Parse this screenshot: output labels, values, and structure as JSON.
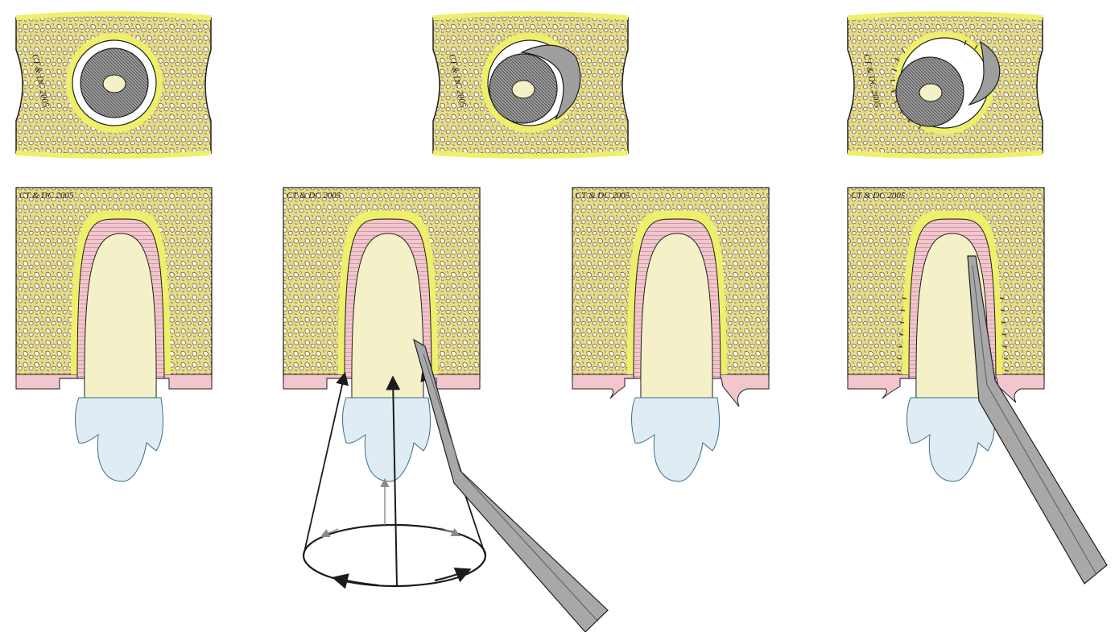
{
  "figure": {
    "copyright_text": "CT & DC 2005",
    "colors": {
      "background": "#ffffff",
      "bone": "#e7dc8c",
      "bone_trabecula": "#6b5f3a",
      "cortical_outline": "#eef06b",
      "ligament": "#f3c5cd",
      "ligament_fiber": "#b98a92",
      "root": "#f4f1c8",
      "crown": "#dfecf4",
      "instrument": "#a8a8a8",
      "instrument_dark": "#5a5a5a",
      "arrow": "#1b1b1b"
    },
    "cross_sections": [
      {
        "stage": "intact",
        "icons": [
          "root-cross-section",
          "periodontal-ligament-ring"
        ]
      },
      {
        "stage": "instrument-inserted",
        "icons": [
          "root-cross-section",
          "luxator-blade-section"
        ]
      },
      {
        "stage": "ligament-severed",
        "icons": [
          "root-cross-section",
          "luxator-blade-section",
          "severed-fiber-marks"
        ]
      }
    ],
    "longitudinal_sections": [
      {
        "stage": "intact",
        "icons": [
          "tooth"
        ]
      },
      {
        "stage": "rotation-luxation",
        "icons": [
          "tooth",
          "rotation-arrows",
          "luxator-instrument"
        ]
      },
      {
        "stage": "ligament-detached",
        "icons": [
          "tooth"
        ]
      },
      {
        "stage": "elevator-inserted",
        "icons": [
          "tooth",
          "luxator-instrument",
          "severed-fiber-marks"
        ]
      }
    ]
  }
}
